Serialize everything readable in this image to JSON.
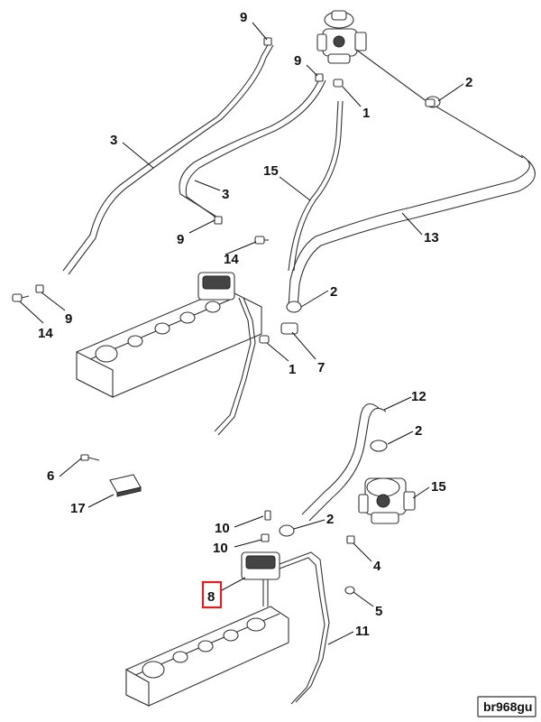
{
  "figure_tag": "br968gu",
  "highlighted_callout": "8",
  "callouts": [
    {
      "id": "c9a",
      "label": "9"
    },
    {
      "id": "c9b",
      "label": "9"
    },
    {
      "id": "c1a",
      "label": "1"
    },
    {
      "id": "c2a",
      "label": "2"
    },
    {
      "id": "c3a",
      "label": "3"
    },
    {
      "id": "c3b",
      "label": "3"
    },
    {
      "id": "c15a",
      "label": "15"
    },
    {
      "id": "c13",
      "label": "13"
    },
    {
      "id": "c9c",
      "label": "9"
    },
    {
      "id": "c14a",
      "label": "14"
    },
    {
      "id": "c14b",
      "label": "14"
    },
    {
      "id": "c9d",
      "label": "9"
    },
    {
      "id": "c2b",
      "label": "2"
    },
    {
      "id": "c7",
      "label": "7"
    },
    {
      "id": "c1b",
      "label": "1"
    },
    {
      "id": "c12",
      "label": "12"
    },
    {
      "id": "c2c",
      "label": "2"
    },
    {
      "id": "c6",
      "label": "6"
    },
    {
      "id": "c17",
      "label": "17"
    },
    {
      "id": "c15b",
      "label": "15"
    },
    {
      "id": "c10a",
      "label": "10"
    },
    {
      "id": "c2d",
      "label": "2"
    },
    {
      "id": "c10b",
      "label": "10"
    },
    {
      "id": "c4",
      "label": "4"
    },
    {
      "id": "c8",
      "label": "8"
    },
    {
      "id": "c5",
      "label": "5"
    },
    {
      "id": "c11",
      "label": "11"
    }
  ]
}
